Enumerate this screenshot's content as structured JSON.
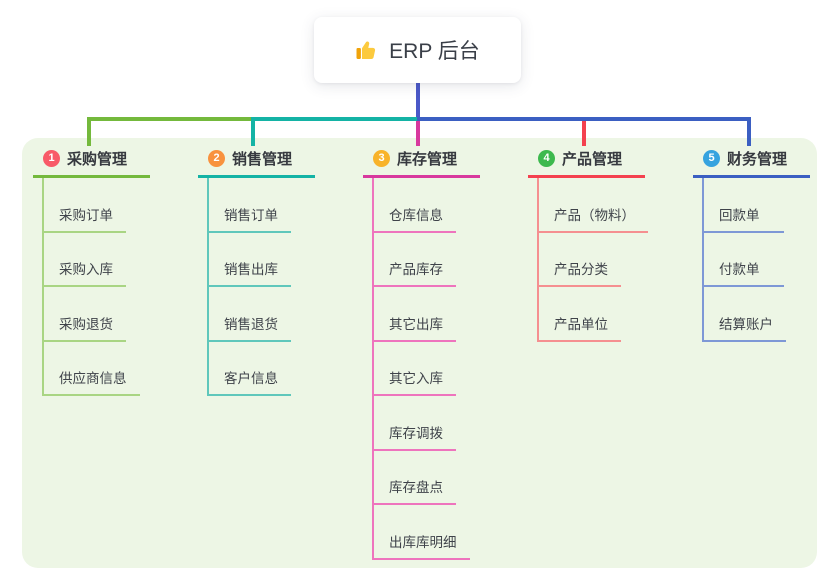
{
  "root": {
    "icon": "thumbs-up-icon",
    "title": "ERP 后台"
  },
  "branches": [
    {
      "badge": "1",
      "label": "采购管理",
      "color": "#74b93c",
      "light_color": "#a9d583",
      "badge_color": "#f85a68",
      "children": [
        "采购订单",
        "采购入库",
        "采购退货",
        "供应商信息"
      ]
    },
    {
      "badge": "2",
      "label": "销售管理",
      "color": "#14b3a5",
      "light_color": "#5fc7bb",
      "badge_color": "#f8923e",
      "children": [
        "销售订单",
        "销售出库",
        "销售退货",
        "客户信息"
      ]
    },
    {
      "badge": "3",
      "label": "库存管理",
      "color": "#d8399e",
      "light_color": "#ee74bd",
      "badge_color": "#f8b32a",
      "children": [
        "仓库信息",
        "产品库存",
        "其它出库",
        "其它入库",
        "库存调拨",
        "库存盘点",
        "出库库明细"
      ]
    },
    {
      "badge": "4",
      "label": "产品管理",
      "color": "#f4414f",
      "light_color": "#f58f90",
      "badge_color": "#3db94e",
      "children": [
        "产品（物料）",
        "产品分类",
        "产品单位"
      ]
    },
    {
      "badge": "5",
      "label": "财务管理",
      "color": "#3b5fc2",
      "light_color": "#7e98d6",
      "badge_color": "#36a3df",
      "children": [
        "回款单",
        "付款单",
        "结算账户"
      ]
    }
  ],
  "colors": {
    "panel_bg": "#edf6e5",
    "root_connector": "#4a58c8"
  }
}
